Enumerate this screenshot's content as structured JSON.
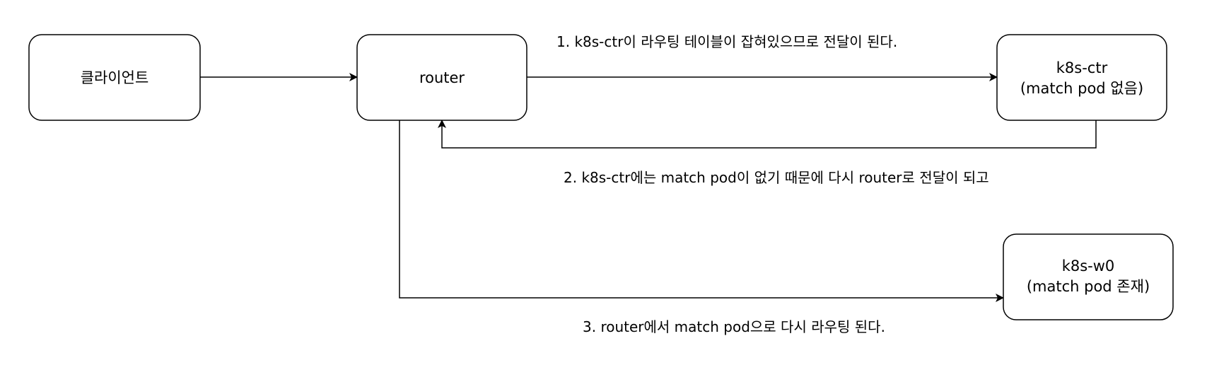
{
  "nodes": {
    "client": {
      "label": "클라이언트"
    },
    "router": {
      "label": "router"
    },
    "k8s_ctr": {
      "line1": "k8s-ctr",
      "line2": "(match pod 없음)"
    },
    "k8s_w0": {
      "line1": "k8s-w0",
      "line2": "(match pod 존재)"
    }
  },
  "edges": {
    "step1": "1. k8s-ctr이 라우팅 테이블이 잡혀있으므로 전달이 된다.",
    "step2": "2. k8s-ctr에는 match pod이 없기 때문에 다시 router로 전달이 되고",
    "step3": "3. router에서 match pod으로 다시 라우팅 된다."
  },
  "colors": {
    "stroke": "#000000",
    "fill": "#ffffff",
    "text": "#000000"
  }
}
